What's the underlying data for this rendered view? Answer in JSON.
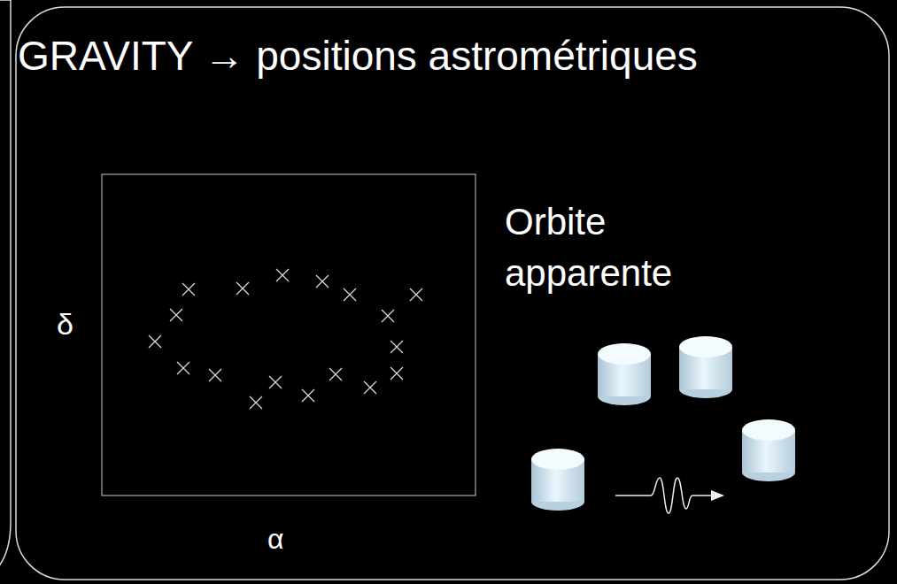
{
  "diagram": {
    "title": "GRAVITY → positions astrométriques",
    "labels": [
      "Orbite apparente",
      "δ",
      "α"
    ]
  }
}
